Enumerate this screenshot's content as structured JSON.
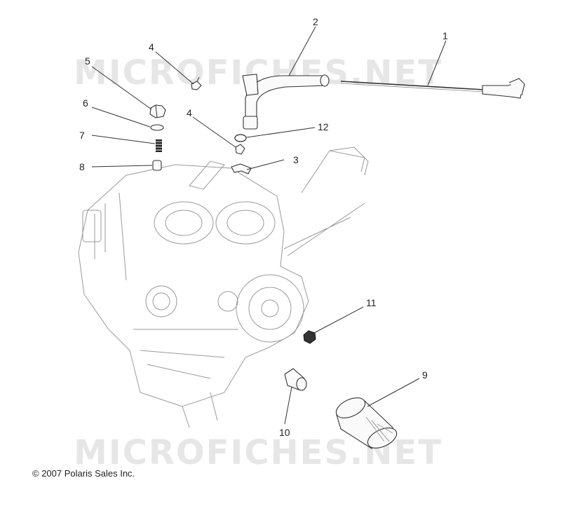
{
  "watermark": {
    "top": "MICROFICHES.NET",
    "bottom": "MICROFICHES.NET"
  },
  "copyright": "© 2007 Polaris Sales Inc.",
  "callouts": {
    "c1": "1",
    "c2": "2",
    "c3": "3",
    "c4a": "4",
    "c4b": "4",
    "c5": "5",
    "c6": "6",
    "c7": "7",
    "c8": "8",
    "c9": "9",
    "c10": "10",
    "c11": "11",
    "c12": "12"
  }
}
